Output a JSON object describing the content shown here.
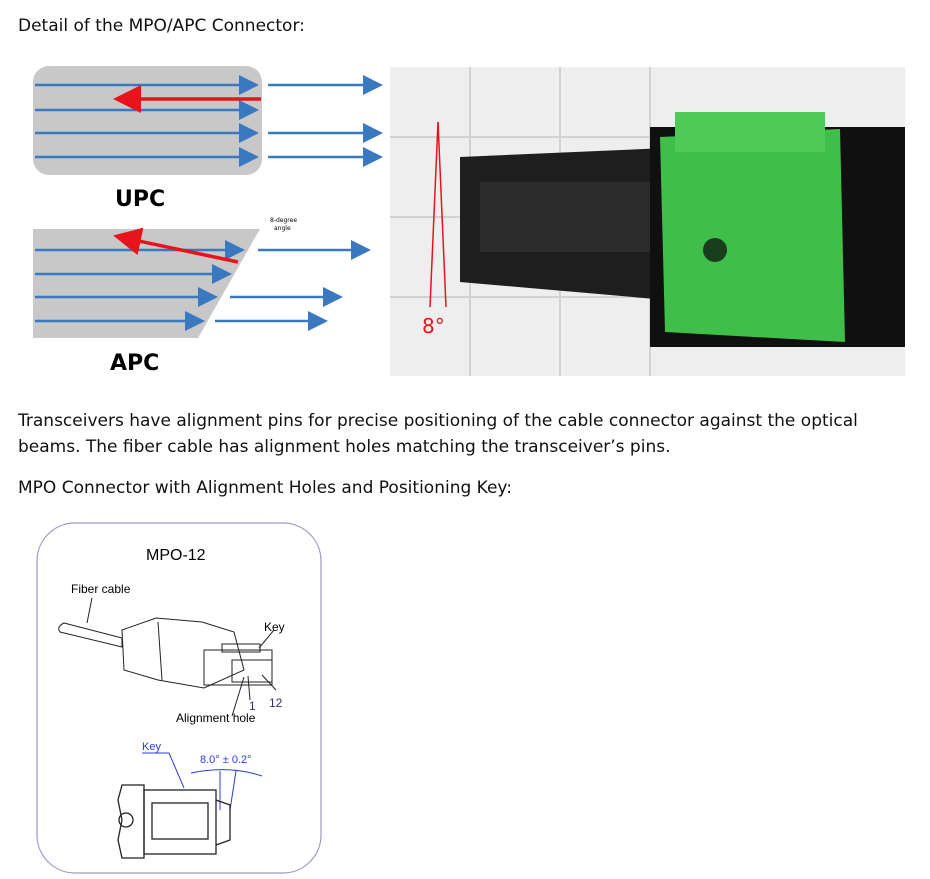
{
  "heading1": "Detail of the MPO/APC Connector:",
  "diagram": {
    "upc_label": "UPC",
    "apc_label": "APC",
    "angle_note_line1": "8-degree",
    "angle_note_line2": "angle"
  },
  "photo": {
    "angle_label": "8°"
  },
  "paragraph": {
    "line1": "Transceivers have alignment pins for precise positioning of the cable connector against the optical",
    "line2": "beams. The fiber cable has alignment holes matching the transceiver’s pins."
  },
  "heading2": "MPO Connector with Alignment Holes and Positioning Key:",
  "mpo": {
    "title": "MPO-12",
    "fiber_cable": "Fiber cable",
    "key": "Key",
    "pin_1": "1",
    "pin_12": "12",
    "alignment_hole": "Alignment hole",
    "key_side": "Key",
    "angle_spec": "8.0° ± 0.2°"
  },
  "colors": {
    "beam": "#3a78bf",
    "reflect": "#e8141c",
    "green": "#3fbf4a"
  }
}
